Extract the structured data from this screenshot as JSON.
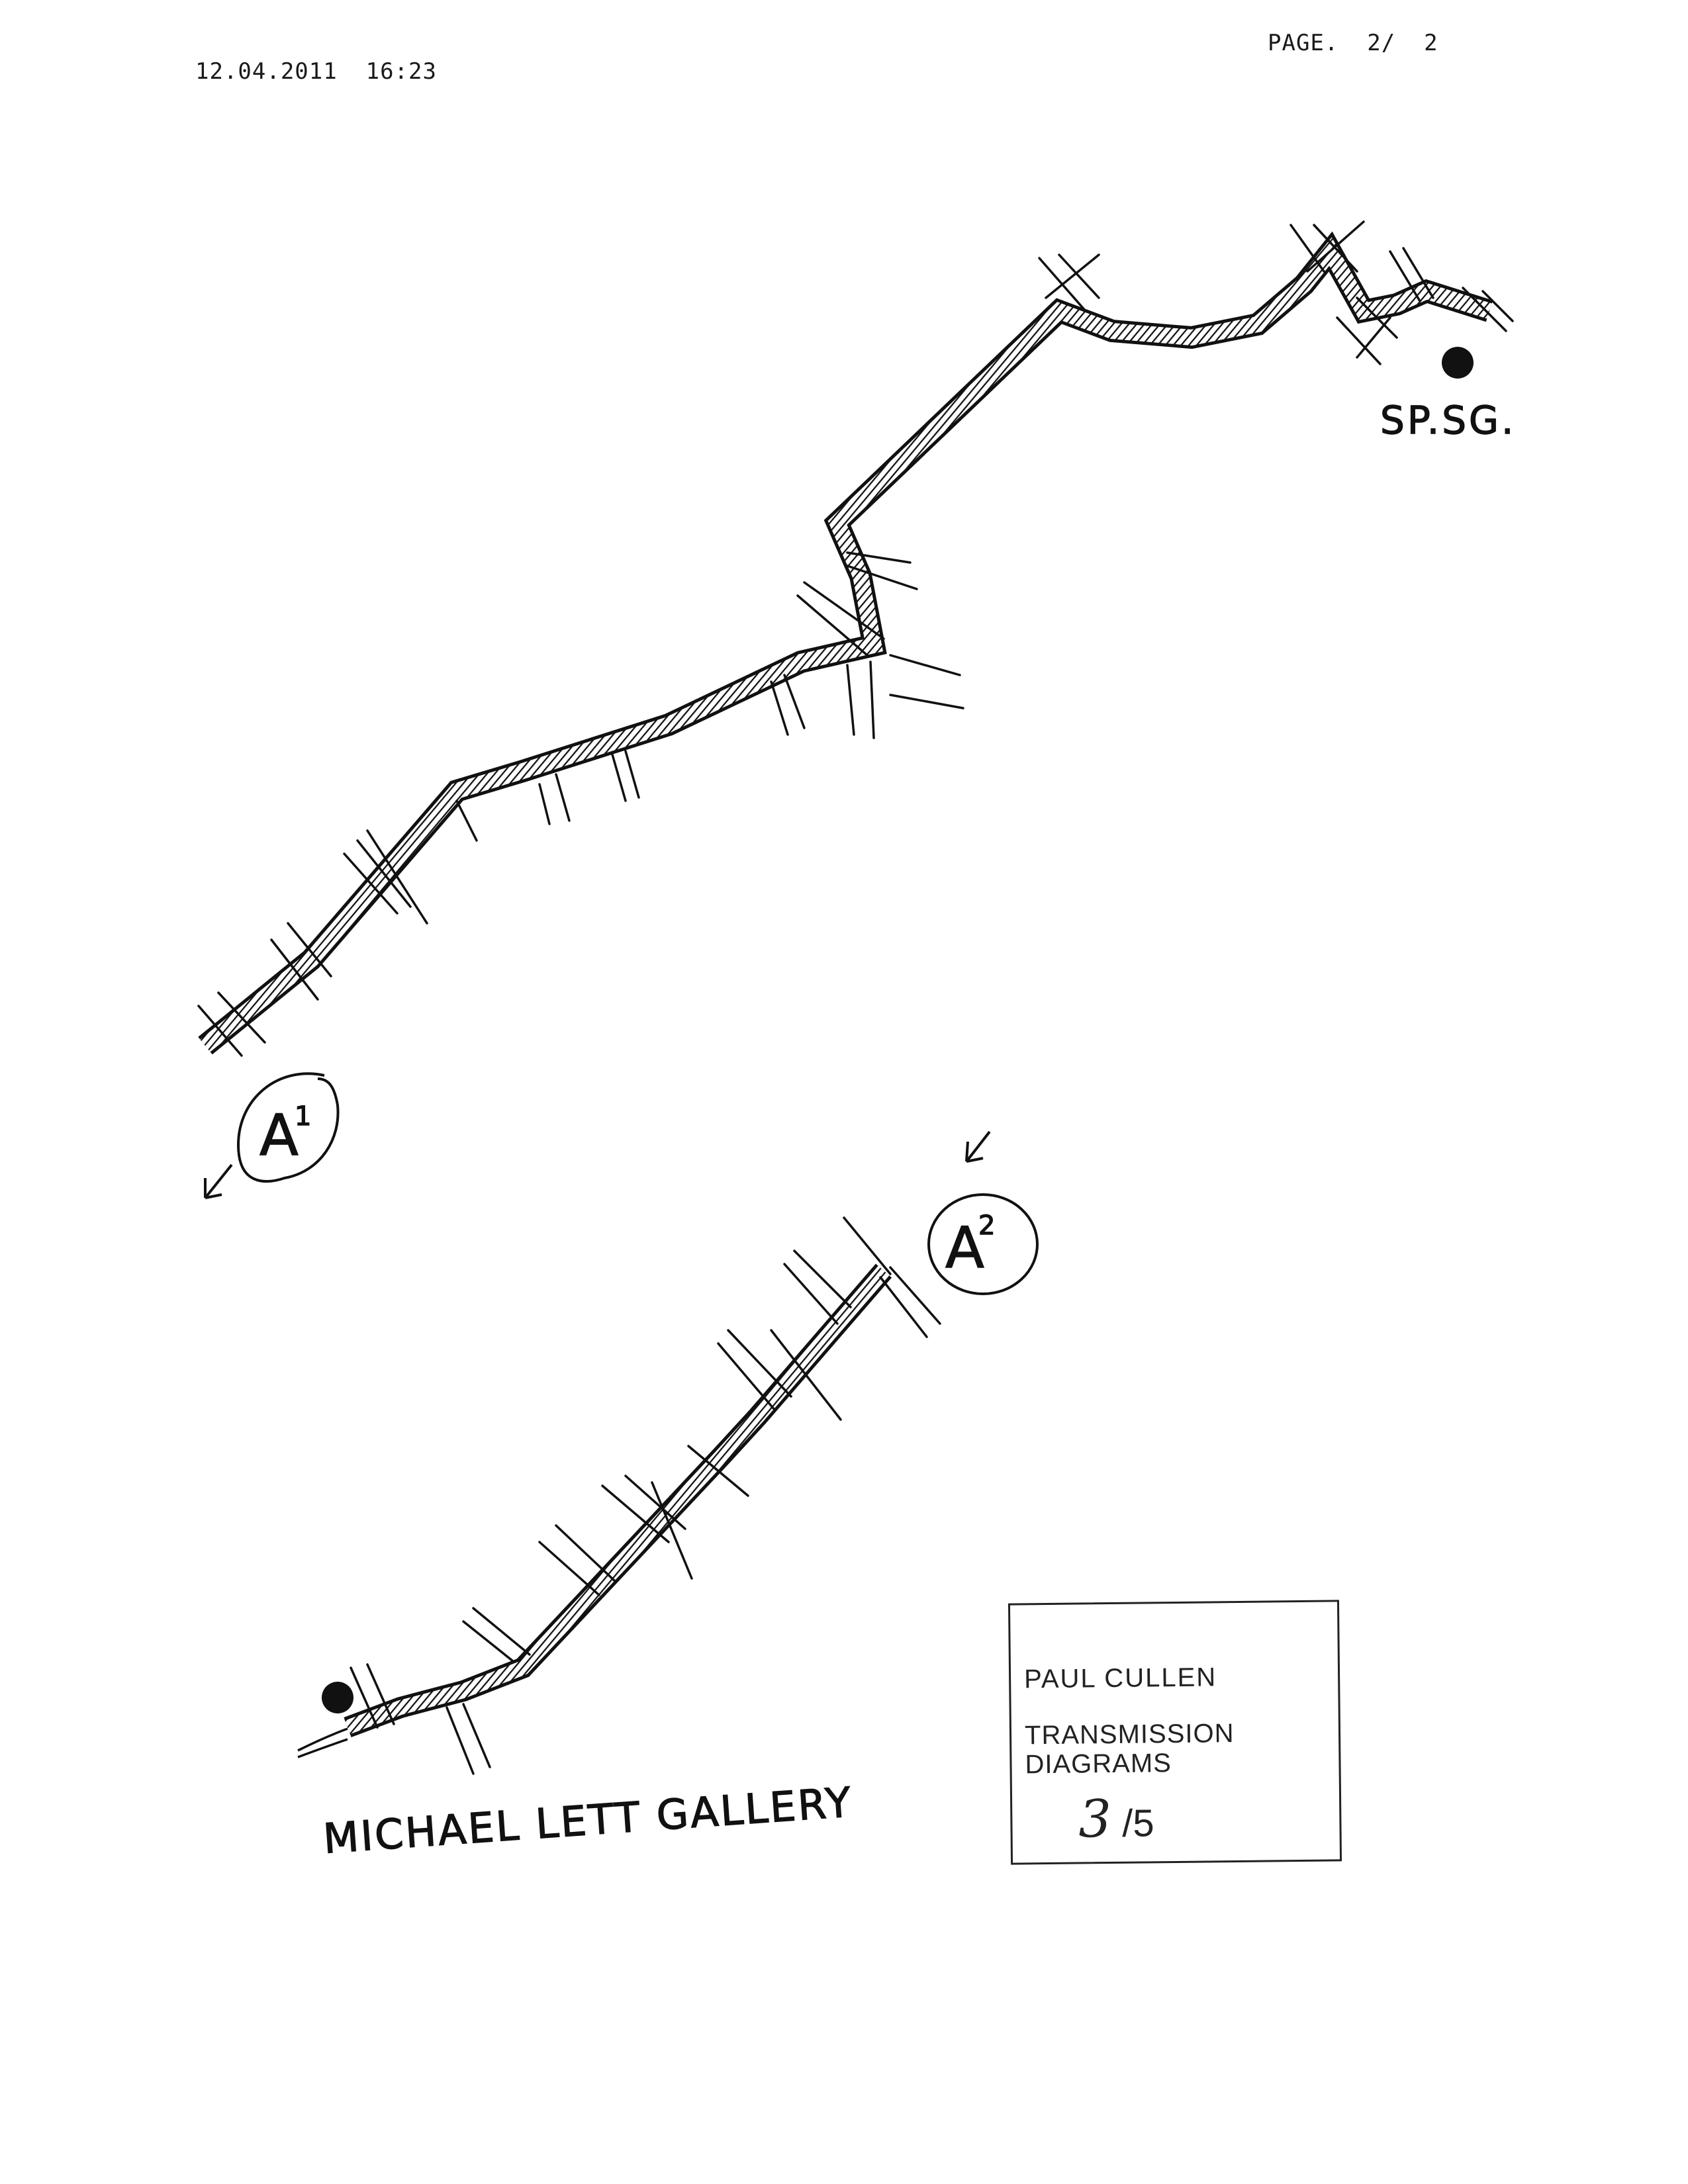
{
  "fax": {
    "datetime": "12.04.2011  16:23",
    "page": "PAGE.  2/  2"
  },
  "sketch": {
    "end_label_top": "SP.SG.",
    "marker_a1": "A",
    "marker_a1_sup": "1",
    "marker_a2": "A",
    "marker_a2_sup": "2",
    "gallery_label": "MICHAEL LETT GALLERY"
  },
  "label_box": {
    "artist": "PAUL CULLEN",
    "title": "TRANSMISSION DIAGRAMS",
    "edition_number": "3",
    "edition_total": "/5"
  },
  "colors": {
    "ink": "#111111",
    "paper": "#ffffff"
  }
}
